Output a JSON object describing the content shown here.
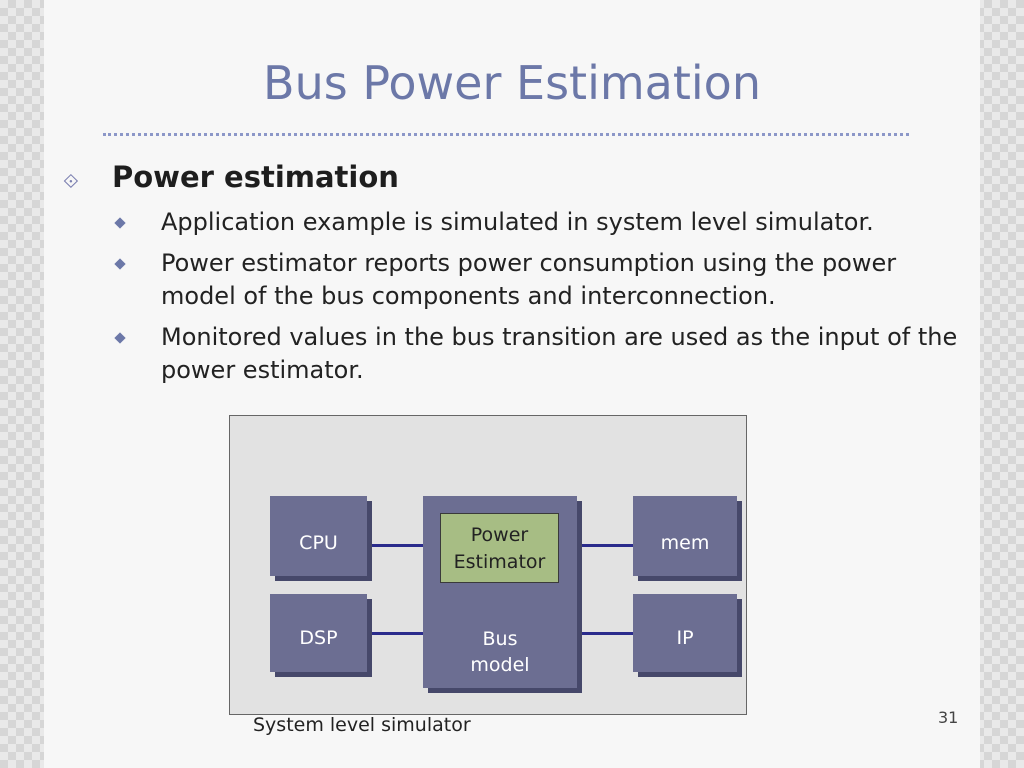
{
  "slide": {
    "title": "Bus Power Estimation",
    "heading": "Power estimation",
    "bullets": [
      "Application example is simulated in system level simulator.",
      "Power estimator reports power consumption using the power model of the bus components and interconnection.",
      "Monitored values in the bus transition are used as the input of the power estimator."
    ],
    "page_number": "31"
  },
  "diagram": {
    "caption": "System level simulator",
    "blocks": {
      "cpu": "CPU",
      "dsp": "DSP",
      "mem": "mem",
      "ip": "IP",
      "bus_line1": "Bus",
      "bus_line2": "model",
      "power_line1": "Power",
      "power_line2": "Estimator"
    }
  },
  "colors": {
    "title": "#6c78a8",
    "block": "#6c6e92",
    "power_estimator": "#a7bd84",
    "connector": "#2a2b8c"
  }
}
